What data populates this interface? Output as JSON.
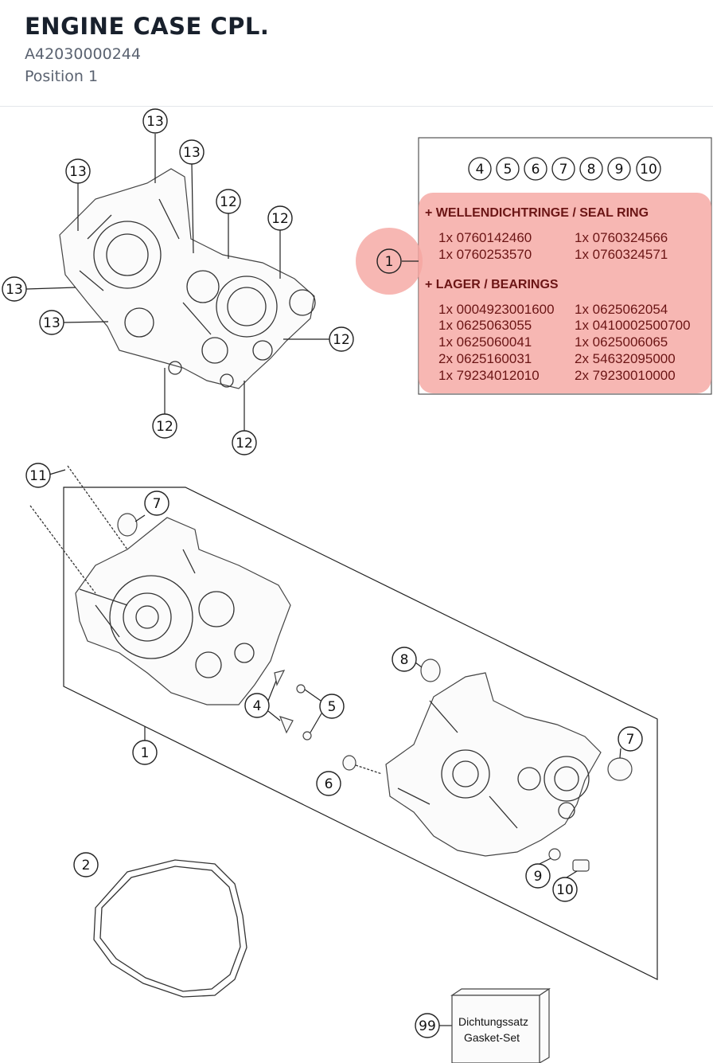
{
  "header": {
    "title": "ENGINE CASE CPL.",
    "part_number": "A42030000244",
    "position": "Position 1"
  },
  "callout_numbers": {
    "n1": "1",
    "n2": "2",
    "n4": "4",
    "n5": "5",
    "n6": "6",
    "n7": "7",
    "n8": "8",
    "n9": "9",
    "n10": "10",
    "n11": "11",
    "n12": "12",
    "n13": "13",
    "n99": "99"
  },
  "legend_box": {
    "included_items": [
      "4",
      "5",
      "6",
      "7",
      "8",
      "9",
      "10"
    ],
    "callout": "1",
    "seal_heading": "+ WELLENDICHTRINGE / SEAL RING",
    "seal_rows": [
      [
        "1x 0760142460",
        "1x 0760324566"
      ],
      [
        "1x 0760253570",
        "1x 0760324571"
      ]
    ],
    "bearing_heading": "+ LAGER / BEARINGS",
    "bearing_rows": [
      [
        "1x 0004923001600",
        "1x 0625062054"
      ],
      [
        "1x 0625063055",
        "1x 0410002500700"
      ],
      [
        "1x 0625060041",
        "1x 0625006065"
      ],
      [
        "2x 0625160031",
        "2x 54632095000"
      ],
      [
        "1x 79234012010",
        "2x 79230010000"
      ]
    ],
    "highlight_color": "#f5a5a0"
  },
  "gasket_set": {
    "number": "99",
    "line1": "Dichtungssatz",
    "line2": "Gasket-Set"
  }
}
